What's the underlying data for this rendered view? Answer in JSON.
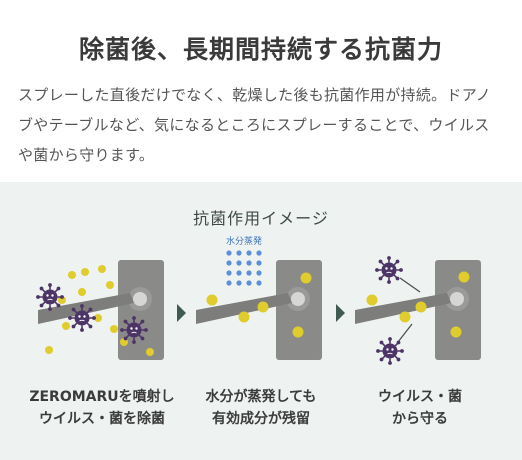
{
  "title": "除菌後、長期間持続する抗菌力",
  "description": "スプレーした直後だけでなく、乾燥した後も抗菌作用が持続。ドアノブやテーブルなど、気になるところにスプレーすることで、ウイルスや菌から守ります。",
  "panel": {
    "title": "抗菌作用イメージ",
    "steps": [
      {
        "line1": "ZEROMARUを噴射し",
        "line2": "ウイルス・菌を除菌"
      },
      {
        "line1": "水分が蒸発しても",
        "line2": "有効成分が残留",
        "label": "水分蒸発"
      },
      {
        "line1": "ウイルス・菌",
        "line2": "から守る"
      }
    ]
  },
  "colors": {
    "panel_bg": "#eef3f1",
    "door_plate": "#8a8a88",
    "handle": "#7d7d7b",
    "dot": "#e0cc2c",
    "virus": "#4d3466",
    "water": "#5b8fd8",
    "arrow": "#3f5a52"
  }
}
